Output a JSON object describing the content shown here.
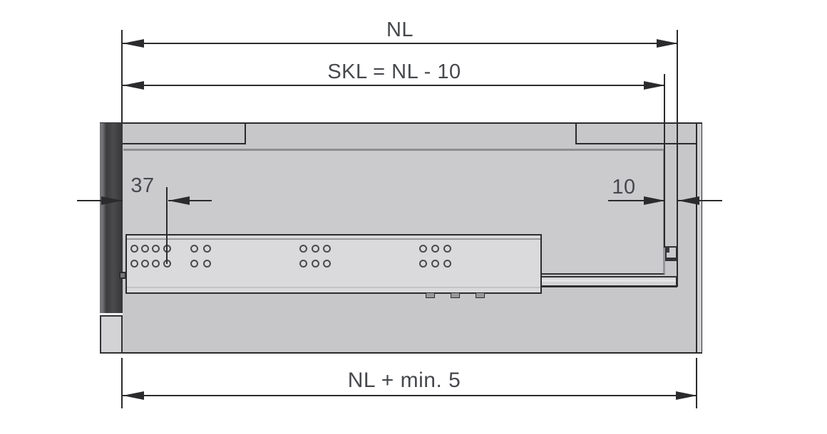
{
  "title": "drawer-runner-installation-dimension-diagram",
  "labels": {
    "nl": "NL",
    "skl": "SKL = NL - 10",
    "nl_plus_min": "NL + min. 5",
    "front_offset": "37",
    "rear_gap": "10"
  },
  "colors": {
    "background": "#ffffff",
    "line": "#2b2b2d",
    "text": "#46484c",
    "cabinet_body": "#c7c7c9",
    "drawer_side_panel": "#cbcbcd",
    "rail": "#dadadc",
    "front_panel_dark": "#434345"
  },
  "rail": {
    "hole_rows_y": [
      349,
      370
    ],
    "hole_columns_x": [
      188,
      203,
      218,
      234,
      272,
      290,
      425,
      442,
      458,
      593,
      610,
      627
    ],
    "hole_radius": 5.5,
    "tabs_x": [
      597,
      632,
      667
    ]
  }
}
